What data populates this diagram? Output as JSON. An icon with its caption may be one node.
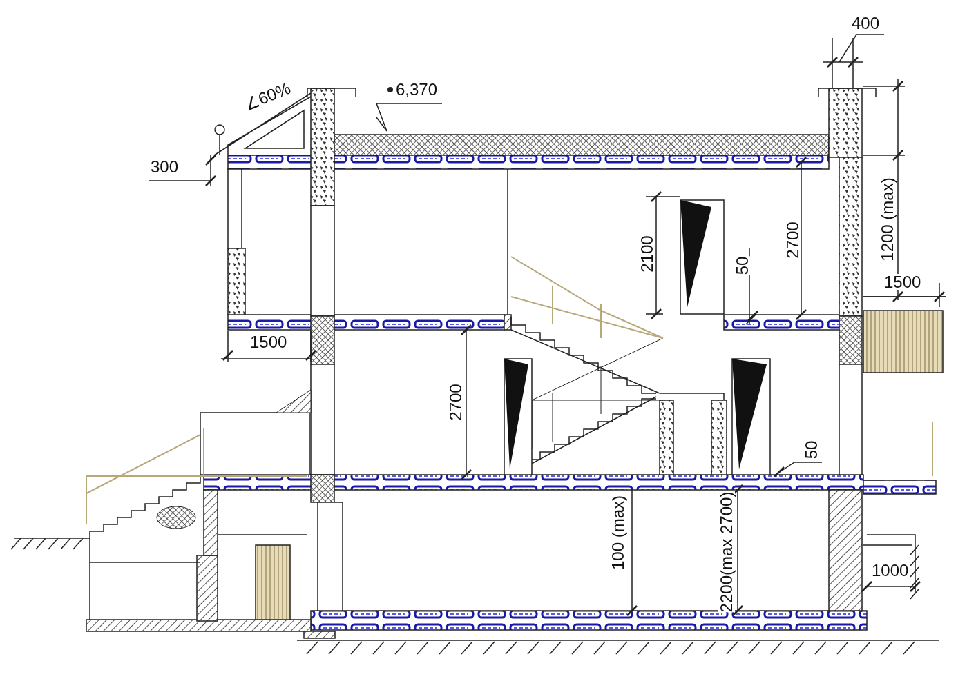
{
  "diagram": {
    "labels": [
      "400",
      "6,370",
      "∠60%",
      "300",
      "1200 (max)",
      "2100",
      "50",
      "2700",
      "1500",
      "1500",
      "2700",
      "50",
      "100 (max)",
      "2200(max 2700)",
      "1000"
    ]
  }
}
